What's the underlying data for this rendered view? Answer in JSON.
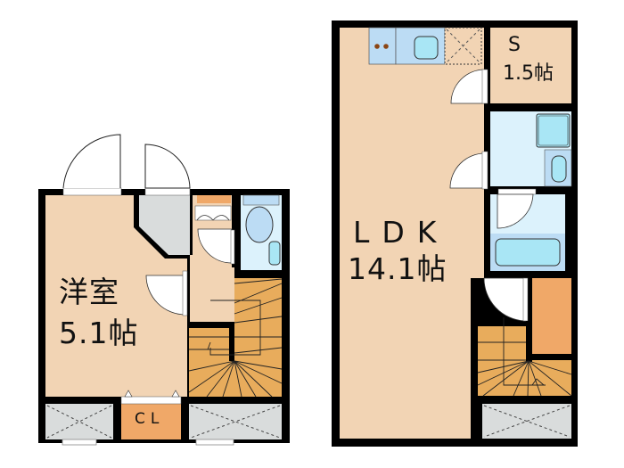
{
  "floors": [
    {
      "id": "floor-1",
      "rooms": [
        {
          "key": "western_room",
          "name": "洋室",
          "area": "5.1帖"
        },
        {
          "key": "closet",
          "name": "CL"
        },
        {
          "key": "entrance"
        },
        {
          "key": "toilet"
        },
        {
          "key": "stairs"
        },
        {
          "key": "storage_left"
        },
        {
          "key": "storage_right"
        }
      ]
    },
    {
      "id": "floor-2",
      "rooms": [
        {
          "key": "ldk",
          "name": "LDK",
          "area": "14.1帖"
        },
        {
          "key": "service_room",
          "name": "S",
          "area": "1.5帖"
        },
        {
          "key": "washroom"
        },
        {
          "key": "bathroom"
        },
        {
          "key": "stairs"
        },
        {
          "key": "storage"
        }
      ]
    }
  ],
  "labels": {
    "western_room_name": "洋室",
    "western_room_area": "5.1帖",
    "closet": "CL",
    "ldk_name": "LDK",
    "ldk_area": "14.1帖",
    "service_room_name": "S",
    "service_room_area": "1.5帖"
  },
  "colors": {
    "wall": "#000000",
    "floor_wood": "#f2d4b4",
    "wet_area": "#dcf2fc",
    "fixture_blue": "#a9e6f5",
    "counter_blue": "#bcdcf4",
    "stairs": "#e8ac5c",
    "closet": "#f0a868",
    "entry_gray": "#d9dcdc",
    "door_white": "#ffffff"
  }
}
